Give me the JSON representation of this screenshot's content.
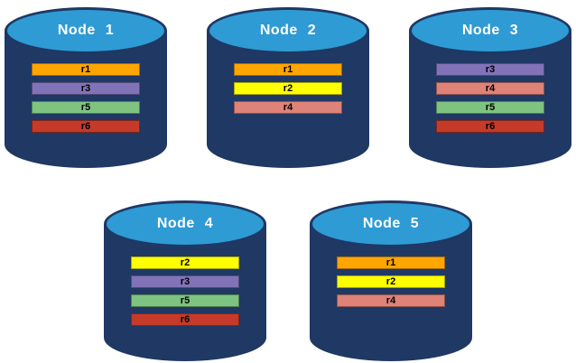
{
  "diagram": {
    "background": "#FFFFFF",
    "cylinder": {
      "body_color": "#1F3864",
      "top_color": "#2E9BD5",
      "label_color": "#FFFFFF"
    },
    "row_colors": {
      "r1": "#FFA500",
      "r2": "#FFFF00",
      "r3": "#8273B8",
      "r4": "#DF8277",
      "r5": "#7EC480",
      "r6": "#C53A28"
    },
    "nodes": [
      {
        "label": "Node 1",
        "rows": [
          "r1",
          "r3",
          "r5",
          "r6"
        ]
      },
      {
        "label": "Node 2",
        "rows": [
          "r1",
          "r2",
          "r4"
        ]
      },
      {
        "label": "Node 3",
        "rows": [
          "r3",
          "r4",
          "r5",
          "r6"
        ]
      },
      {
        "label": "Node 4",
        "rows": [
          "r2",
          "r3",
          "r5",
          "r6"
        ]
      },
      {
        "label": "Node 5",
        "rows": [
          "r1",
          "r2",
          "r4"
        ]
      }
    ],
    "layout": {
      "top_row_nodes": 3,
      "bottom_row_nodes": 2
    }
  }
}
